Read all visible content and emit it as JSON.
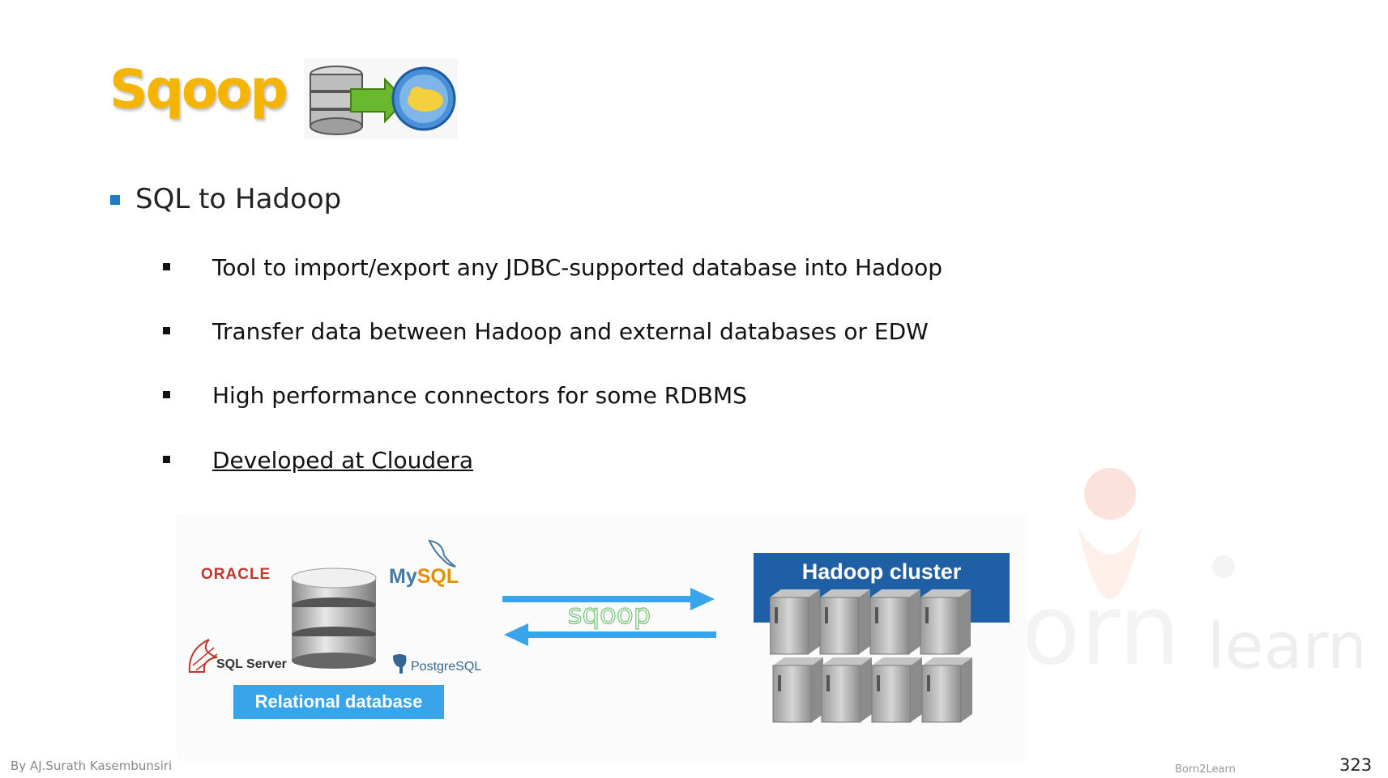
{
  "slide": {
    "title": "Sqoop",
    "main_bullet": "SQL to Hadoop",
    "sub_bullets": [
      "Tool to import/export any JDBC-supported database into Hadoop",
      "Transfer data between Hadoop and external databases or EDW",
      "High performance connectors for some RDBMS",
      "Developed at Cloudera"
    ]
  },
  "diagram": {
    "oracle": "ORACLE",
    "mysql_my": "My",
    "mysql_sql": "SQL",
    "sqlserver": "SQL Server",
    "postgres": "PostgreSQL",
    "relational_label": "Relational database",
    "sqoop_label": "sqoop",
    "hadoop_label": "Hadoop cluster"
  },
  "footer": {
    "author": "By AJ.Surath Kasembunsiri",
    "brand": "Born2Learn",
    "page_number": "323"
  },
  "watermark_text": "learn",
  "colors": {
    "title": "#f4b400",
    "bullet_accent": "#1f7bc8",
    "arrow": "#38a4ea",
    "hadoop_box": "#1f5fa6"
  }
}
